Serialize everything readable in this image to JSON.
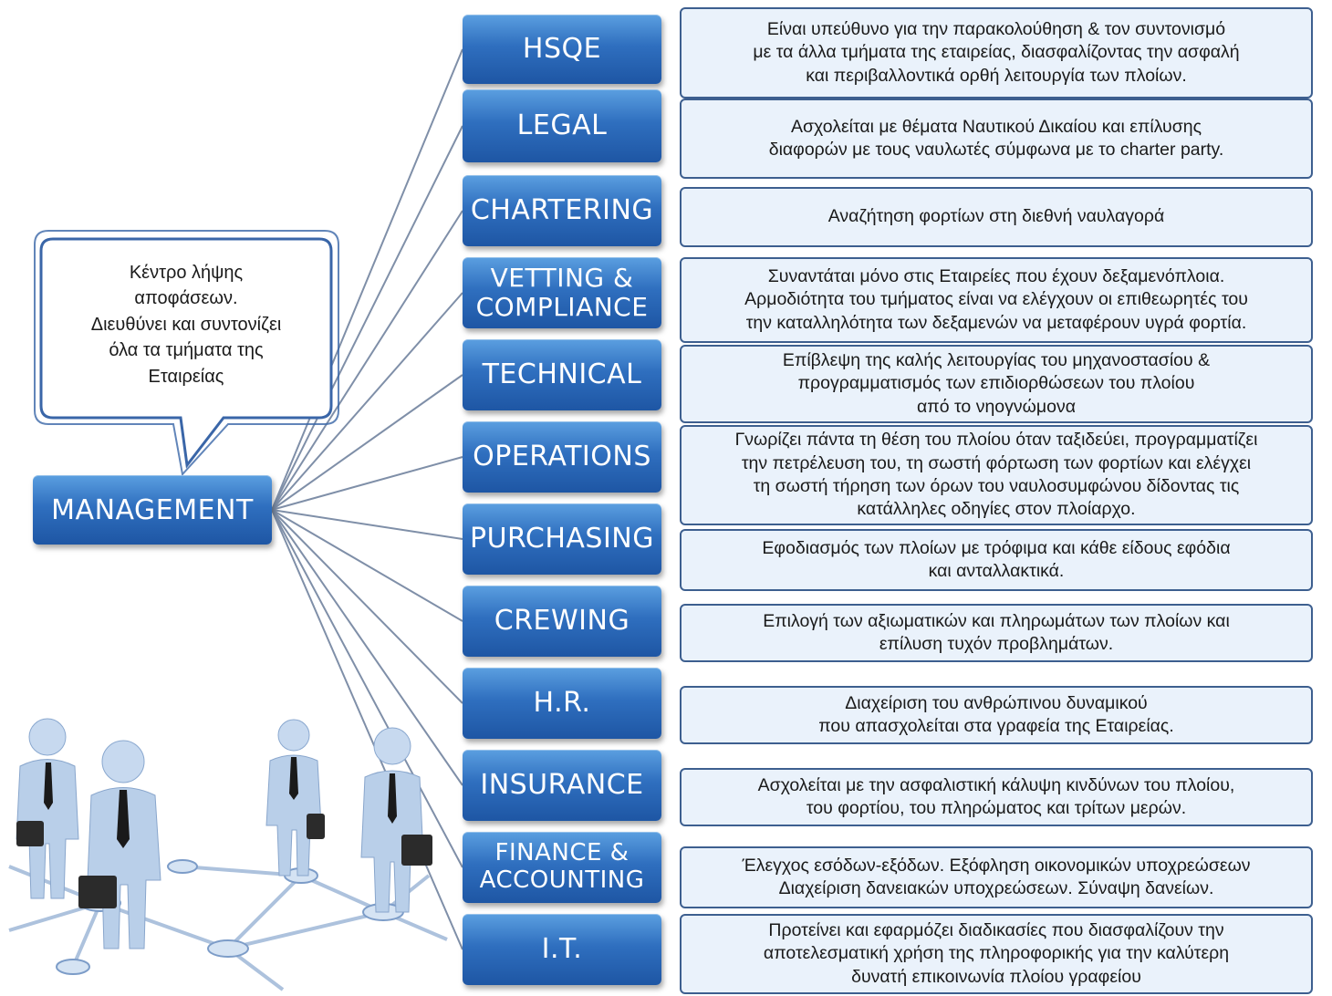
{
  "management": {
    "label": "MANAGEMENT",
    "callout_lines": [
      "Κέντρο λήψης",
      "αποφάσεων.",
      "Διευθύνει και συντονίζει",
      "όλα τα τμήματα της",
      "Εταιρείας"
    ]
  },
  "departments": [
    {
      "label_lines": [
        "HSQE"
      ],
      "description_lines": [
        "Είναι υπεύθυνο για την παρακολούθηση & τον συντονισμό",
        "με τα άλλα τμήματα της εταιρείας, διασφαλίζοντας την ασφαλή",
        "και περιβαλλοντικά ορθή λειτουργία των πλοίων."
      ]
    },
    {
      "label_lines": [
        "LEGAL"
      ],
      "description_lines": [
        "Ασχολείται με θέματα Ναυτικού Δικαίου και επίλυσης",
        "διαφορών με τους ναυλωτές σύμφωνα με το charter party."
      ]
    },
    {
      "label_lines": [
        "CHARTERING"
      ],
      "description_lines": [
        "Αναζήτηση φορτίων στη διεθνή ναυλαγορά"
      ]
    },
    {
      "label_lines": [
        "VETTING &",
        "COMPLIANCE"
      ],
      "description_lines": [
        "Συναντάται μόνο στις Εταιρείες που έχουν δεξαμενόπλοια.",
        "Αρμοδιότητα του τμήματος είναι να ελέγχουν οι επιθεωρητές του",
        "την καταλληλότητα των δεξαμενών να μεταφέρουν υγρά φορτία."
      ]
    },
    {
      "label_lines": [
        "TECHNICAL"
      ],
      "description_lines": [
        "Επίβλεψη της καλής λειτουργίας του μηχανοστασίου &",
        "προγραμματισμός των επιδιορθώσεων του πλοίου",
        "από το νηογνώμονα"
      ]
    },
    {
      "label_lines": [
        "OPERATIONS"
      ],
      "description_lines": [
        "Γνωρίζει πάντα τη θέση του πλοίου όταν ταξιδεύει, προγραμματίζει",
        "την πετρέλευση του, τη σωστή φόρτωση των φορτίων και ελέγχει",
        "τη σωστή τήρηση των όρων του ναυλοσυμφώνου δίδοντας τις",
        "κατάλληλες οδηγίες στον πλοίαρχο."
      ]
    },
    {
      "label_lines": [
        "PURCHASING"
      ],
      "description_lines": [
        "Εφοδιασμός των πλοίων με τρόφιμα και κάθε είδους εφόδια",
        "και ανταλλακτικά."
      ]
    },
    {
      "label_lines": [
        "CREWING"
      ],
      "description_lines": [
        "Επιλογή των αξιωματικών και πληρωμάτων των πλοίων και",
        "επίλυση τυχόν προβλημάτων."
      ]
    },
    {
      "label_lines": [
        "H.R."
      ],
      "description_lines": [
        "Διαχείριση του ανθρώπινου δυναμικού",
        "που απασχολείται στα γραφεία της Εταιρείας."
      ]
    },
    {
      "label_lines": [
        "INSURANCE"
      ],
      "description_lines": [
        "Ασχολείται με την ασφαλιστική κάλυψη κινδύνων του πλοίου,",
        "του φορτίου, του πληρώματος και τρίτων μερών."
      ]
    },
    {
      "label_lines": [
        "FINANCE &",
        "ACCOUNTING"
      ],
      "description_lines": [
        "Έλεγχος εσόδων-εξόδων. Εξόφληση οικονομικών  υποχρεώσεων",
        "Διαχείριση δανειακών υποχρεώσεων. Σύναψη δανείων."
      ]
    },
    {
      "label_lines": [
        "I.T."
      ],
      "description_lines": [
        "Προτείνει και εφαρμόζει διαδικασίες που διασφαλίζουν την",
        "αποτελεσματική χρήση της πληροφορικής για την καλύτερη",
        "δυνατή επικοινωνία πλοίου γραφείου"
      ]
    }
  ],
  "colors": {
    "box_blue": "#2f6fbf",
    "desc_fill": "#eaf2fb",
    "desc_border": "#3d5f8f",
    "connector": "#7f8fa8"
  },
  "illustration": "business-people-network"
}
